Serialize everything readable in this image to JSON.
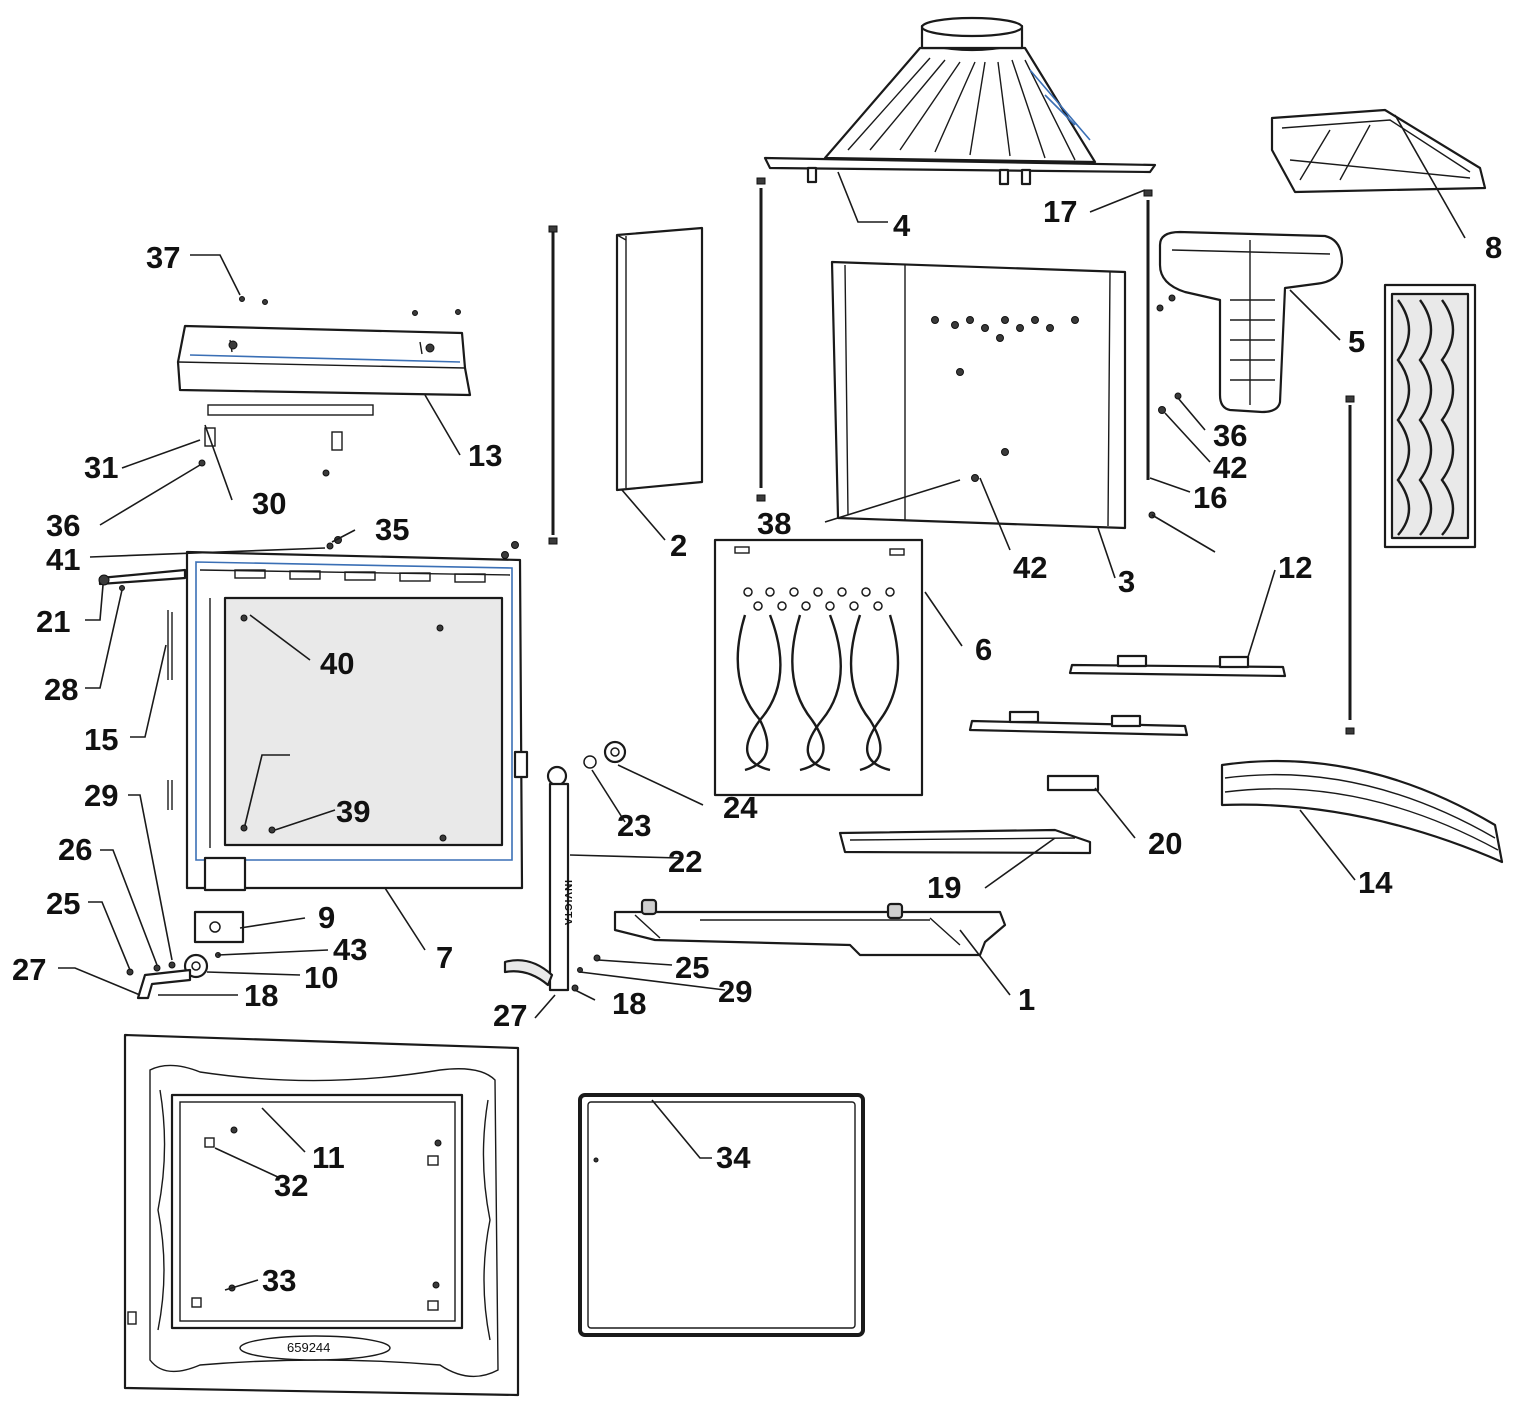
{
  "diagram": {
    "serial_number": "659244",
    "door_brand": "INVICTA",
    "callouts": {
      "c1": "1",
      "c2": "2",
      "c3": "3",
      "c4": "4",
      "c5": "5",
      "c6": "6",
      "c7": "7",
      "c8": "8",
      "c9": "9",
      "c10": "10",
      "c11": "11",
      "c12": "12",
      "c13": "13",
      "c14": "14",
      "c15": "15",
      "c16": "16",
      "c17": "17",
      "c18a": "18",
      "c18b": "18",
      "c19": "19",
      "c20": "20",
      "c21": "21",
      "c22": "22",
      "c23": "23",
      "c24": "24",
      "c25a": "25",
      "c25b": "25",
      "c26": "26",
      "c27a": "27",
      "c27b": "27",
      "c28": "28",
      "c29a": "29",
      "c29b": "29",
      "c30": "30",
      "c31": "31",
      "c32": "32",
      "c33": "33",
      "c34": "34",
      "c35": "35",
      "c36a": "36",
      "c36b": "36",
      "c37": "37",
      "c38": "38",
      "c39": "39",
      "c40": "40",
      "c41": "41",
      "c42a": "42",
      "c42b": "42",
      "c43": "43"
    }
  }
}
